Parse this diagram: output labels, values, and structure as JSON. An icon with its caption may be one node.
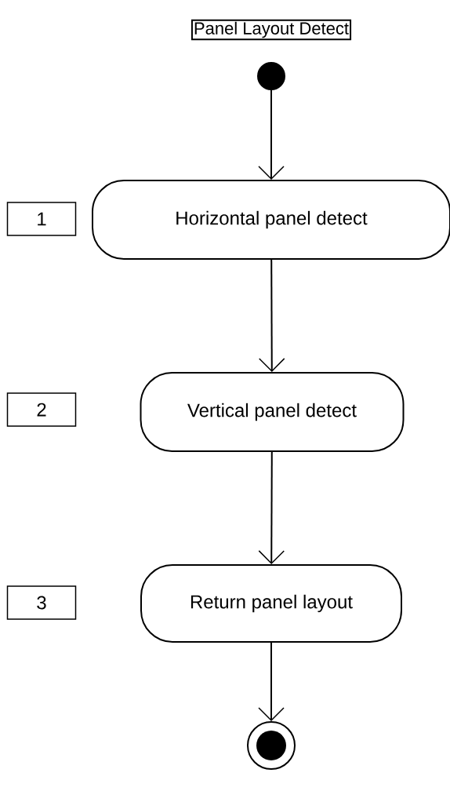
{
  "diagram": {
    "title": "Panel Layout Detect",
    "nodes": [
      {
        "text": [],
        "shape": "circle"
      },
      {
        "text": [
          "1"
        ]
      },
      {
        "text": [
          "Horizontal panel detect"
        ]
      },
      {
        "text": [
          "2"
        ]
      },
      {
        "text": [
          "Vertical panel detect"
        ]
      },
      {
        "text": [
          "3"
        ]
      },
      {
        "text": [
          "Return panel layout"
        ]
      },
      {
        "text": [],
        "shape": "bullseye"
      }
    ],
    "edges": [
      {
        "from": 0,
        "to": 2,
        "arrow": "to"
      },
      {
        "from": 2,
        "to": 4,
        "arrow": "to"
      },
      {
        "from": 4,
        "to": 6,
        "arrow": "to"
      },
      {
        "from": 6,
        "to": 7,
        "arrow": "to"
      }
    ]
  }
}
